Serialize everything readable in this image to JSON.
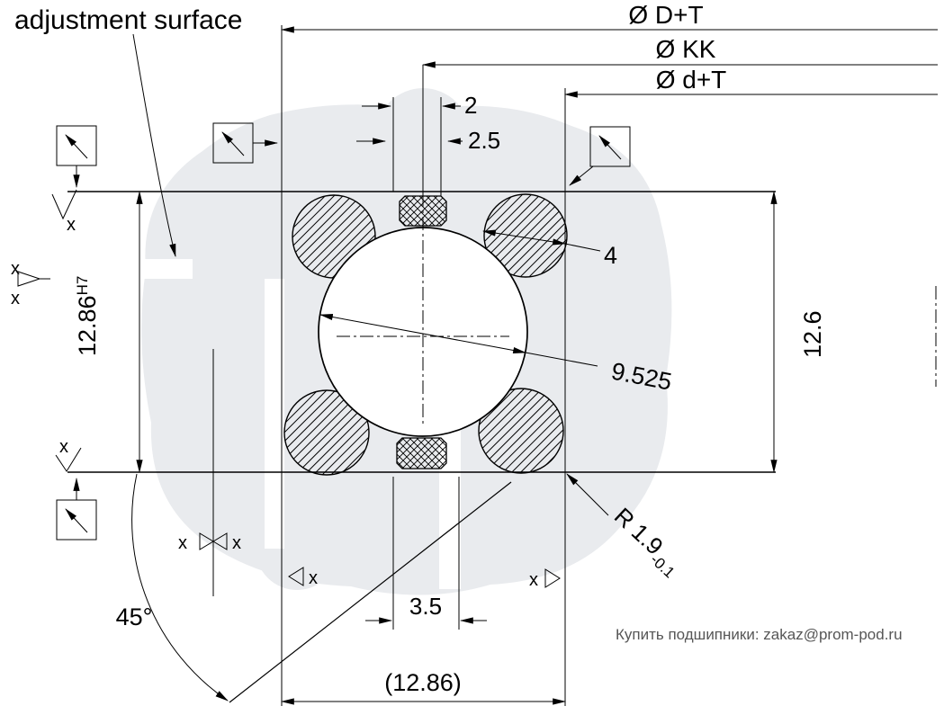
{
  "labels": {
    "adjustment_surface": "adjustment surface",
    "dia_DT": "Ø D+T",
    "dia_KK": "Ø KK",
    "dia_dT": "Ø d+T",
    "dim_2": "2",
    "dim_2_5": "2.5",
    "dim_12_86_val": "12.86",
    "dim_12_86_tol": "H7",
    "dim_12_6": "12.6",
    "dim_4": "4",
    "dim_9_525": "9.525",
    "radius_val": "R 1.9",
    "radius_tol": "-0.1",
    "angle_45": "45°",
    "dim_3_5": "3.5",
    "dim_total": "(12.86)"
  },
  "roughness_mark": "x",
  "footer": "Купить подшипники: zakaz@prom-pod.ru",
  "colors": {
    "line": "#000000",
    "text": "#000000",
    "watermark": "#e9ebee",
    "footer_text": "#565656"
  }
}
